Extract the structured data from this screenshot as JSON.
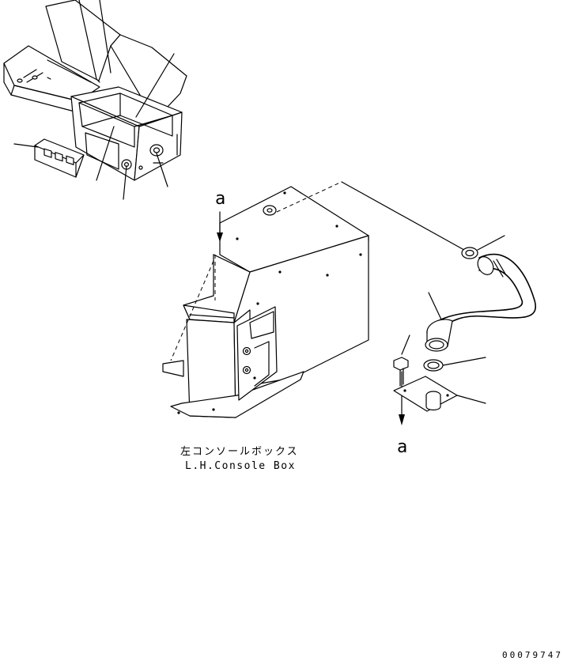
{
  "caption": {
    "japanese": "左コンソールボックス",
    "english": "L.H.Console Box"
  },
  "view_markers": {
    "top": "a",
    "bottom": "a"
  },
  "drawing_number": "00079747"
}
